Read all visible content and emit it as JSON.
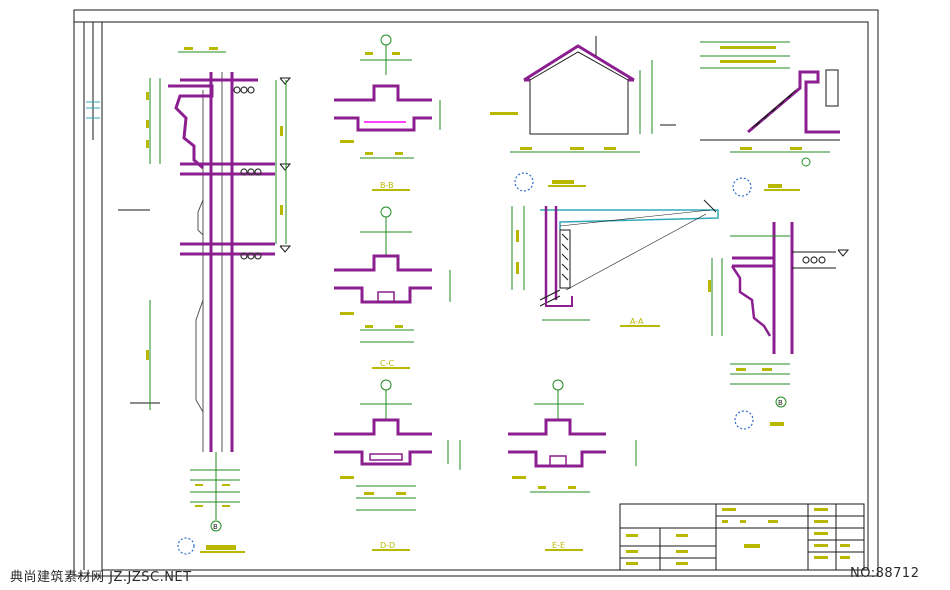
{
  "drawing": {
    "colors": {
      "frame": "#1a1a1a",
      "section_wall": "#8b1f8f",
      "dimension": "#228b22",
      "text": "#b8b800",
      "structure": "#222222",
      "slab": "#33a8b8",
      "callout": "#2f6fd0"
    },
    "sections": [
      {
        "id": "wall-section",
        "label": "B"
      },
      {
        "id": "section-b",
        "label": "B-B"
      },
      {
        "id": "section-c",
        "label": "C-C"
      },
      {
        "id": "section-d",
        "label": "D-D"
      },
      {
        "id": "section-e",
        "label": "E-E"
      },
      {
        "id": "section-a",
        "label": "A-A"
      },
      {
        "id": "gable",
        "label": ""
      },
      {
        "id": "eave",
        "label": ""
      },
      {
        "id": "cornice",
        "label": "B"
      }
    ]
  },
  "watermark": {
    "left": "典尚建筑素材网 JZ.JZSC.NET",
    "right": "NO:88712"
  }
}
